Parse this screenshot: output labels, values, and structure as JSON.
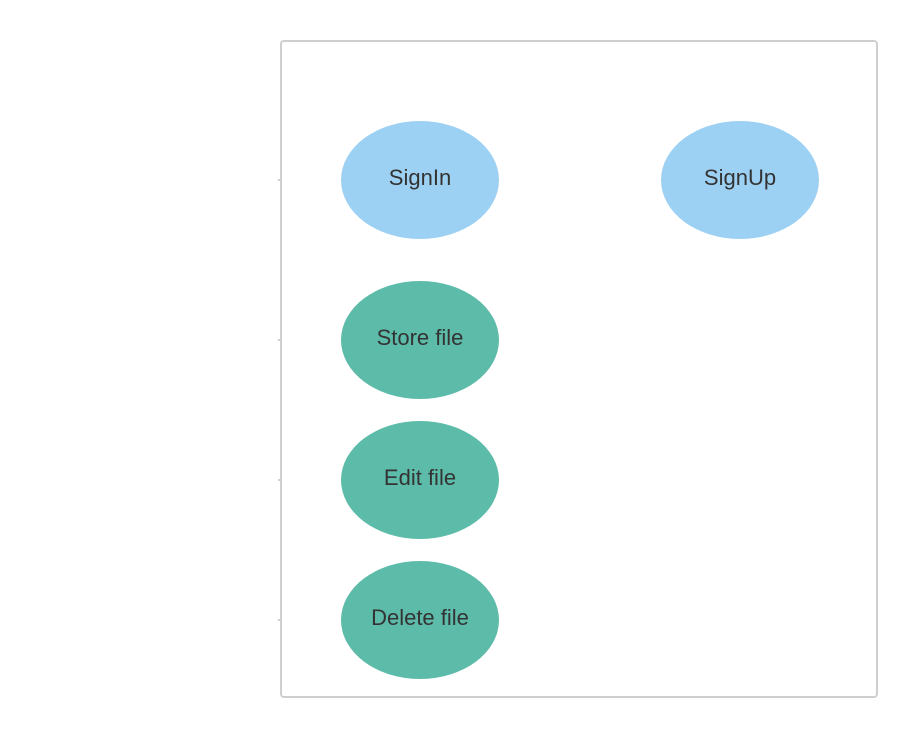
{
  "diagram": {
    "boundary_color": "#cfcfcf",
    "use_cases": [
      {
        "id": "signin",
        "label": "SignIn",
        "color": "#9dd1f3"
      },
      {
        "id": "signup",
        "label": "SignUp",
        "color": "#9dd1f3"
      },
      {
        "id": "store-file",
        "label": "Store file",
        "color": "#5dbba9"
      },
      {
        "id": "edit-file",
        "label": "Edit file",
        "color": "#5dbba9"
      },
      {
        "id": "delete-file",
        "label": "Delete file",
        "color": "#5dbba9"
      }
    ]
  }
}
